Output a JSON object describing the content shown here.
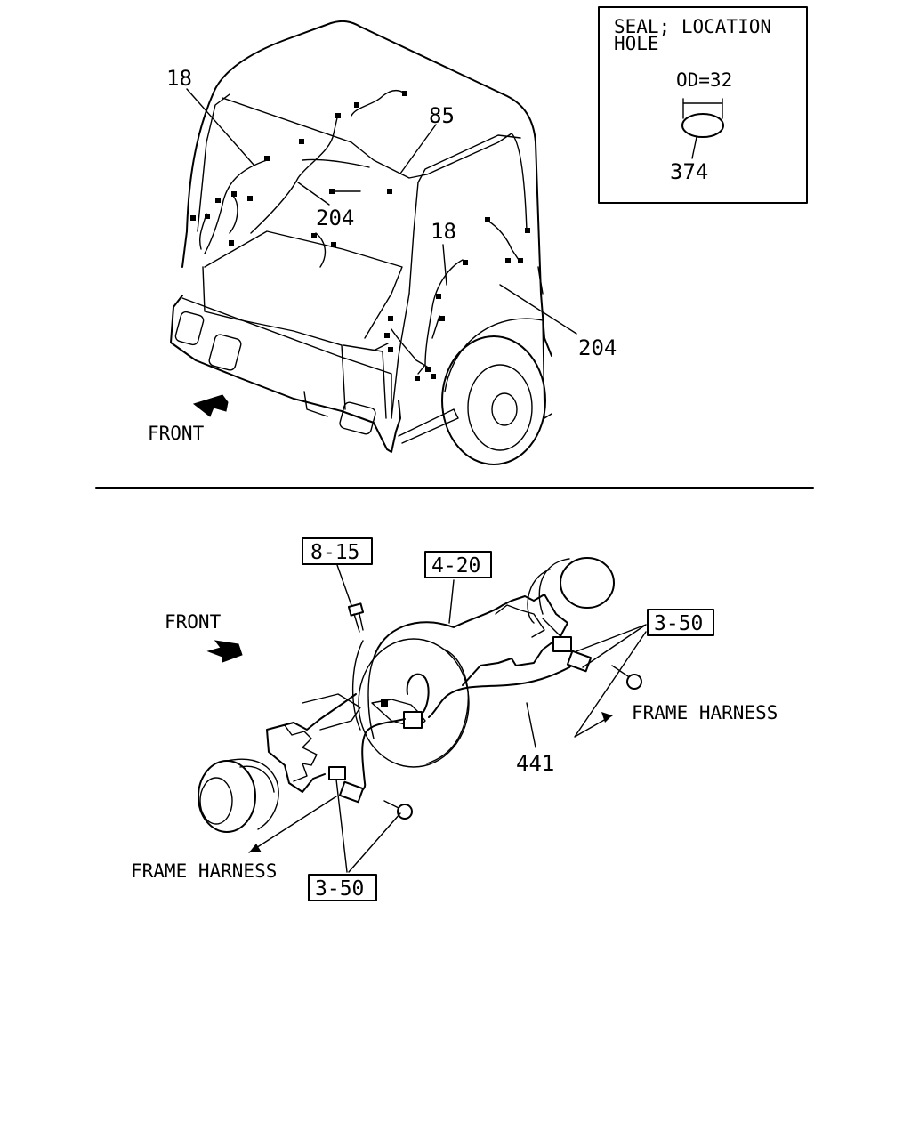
{
  "inset": {
    "title_line1": "SEAL; LOCATION",
    "title_line2": "HOLE",
    "dimension": "OD=32",
    "part": "374"
  },
  "top": {
    "callouts": [
      "18",
      "85",
      "204",
      "18",
      "204"
    ],
    "direction": "FRONT"
  },
  "bottom": {
    "refs": [
      "8-15",
      "4-20",
      "3-50",
      "3-50"
    ],
    "direction": "FRONT",
    "harness_right": "FRAME HARNESS",
    "harness_left": "FRAME HARNESS",
    "part": "441"
  }
}
